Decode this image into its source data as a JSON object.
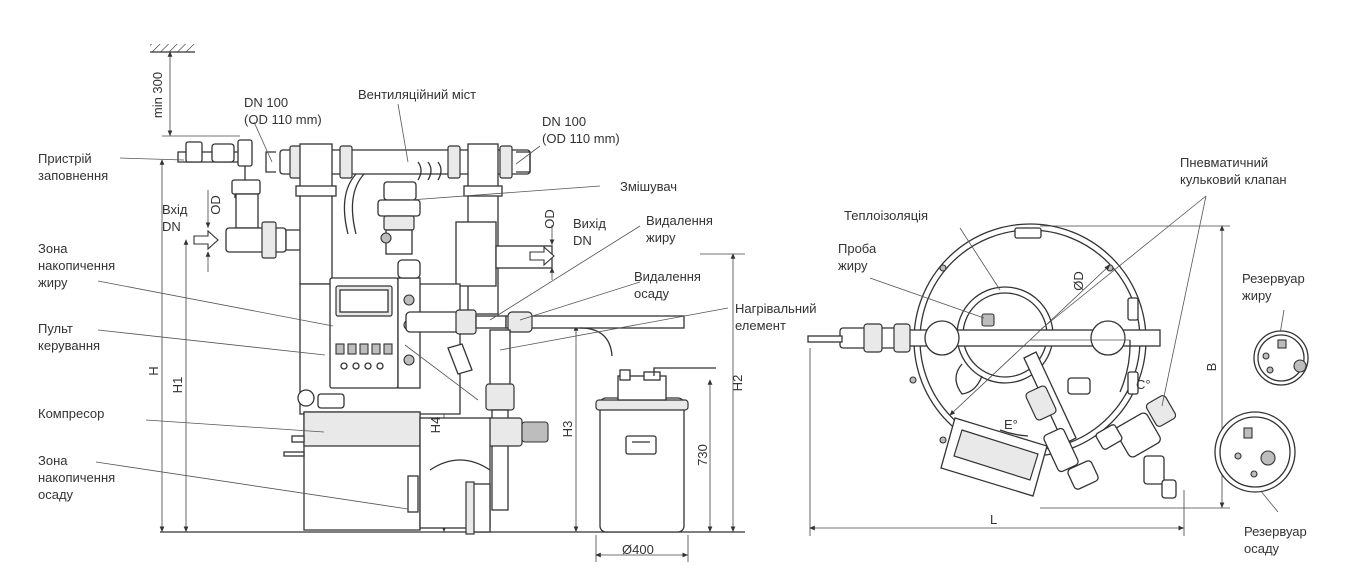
{
  "labels": {
    "filling_device": [
      "Пристрій",
      "заповнення"
    ],
    "inlet": [
      "Вхід",
      "DN"
    ],
    "fat_zone": [
      "Зона",
      "накопичення",
      "жиру"
    ],
    "control_panel": [
      "Пульт",
      "керування"
    ],
    "compressor": "Компресор",
    "sludge_zone": [
      "Зона",
      "накопичення",
      "осаду"
    ],
    "dn_left": [
      "DN 100",
      "(OD 110 mm)"
    ],
    "vent_bridge": "Вентиляційний міст",
    "dn_right": [
      "DN 100",
      "(OD 110 mm)"
    ],
    "mixer": "Змішувач",
    "outlet": [
      "Вихід",
      "DN"
    ],
    "fat_removal": [
      "Видалення",
      "жиру"
    ],
    "sludge_removal": [
      "Видалення",
      "осаду"
    ],
    "heating_element": [
      "Нагрівальний",
      "елемент"
    ],
    "thermal_insulation": "Теплоізоляція",
    "fat_sample": [
      "Проба",
      "жиру"
    ],
    "ball_valve": [
      "Пневматичний",
      "кульковий клапан"
    ],
    "fat_tank": [
      "Резервуар",
      "жиру"
    ],
    "sludge_tank": [
      "Резервуар",
      "осаду"
    ]
  },
  "dimensions": {
    "min300": "min 300",
    "od_in": "OD",
    "od_out": "OD",
    "h": "H",
    "h1": "H1",
    "h2": "H2",
    "h3": "H3",
    "h4": "H4",
    "h730": "730",
    "d400": "Ø400",
    "od_top": "ØD",
    "c_angle": "C°",
    "e_angle": "E°",
    "b": "B",
    "l": "L"
  }
}
